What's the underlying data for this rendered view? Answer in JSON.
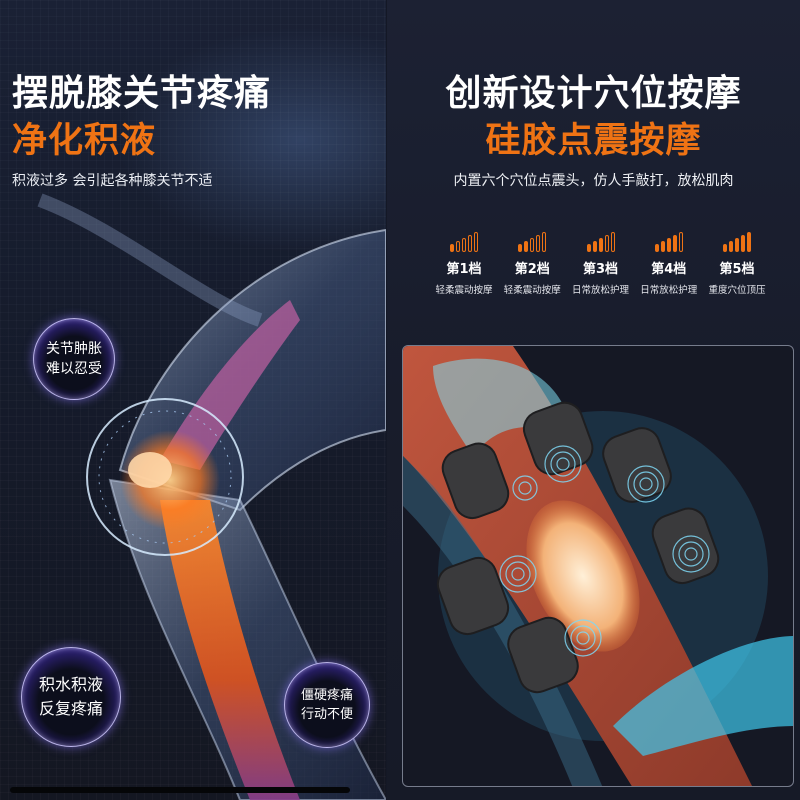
{
  "left_panel": {
    "title_line1": "摆脱膝关节疼痛",
    "title_line2": "净化积液",
    "subtitle": "积液过多 会引起各种膝关节不适",
    "bubbles": [
      {
        "line1": "关节肿胀",
        "line2": "难以忍受"
      },
      {
        "line1": "积水积液",
        "line2": "反复疼痛"
      },
      {
        "line1": "僵硬疼痛",
        "line2": "行动不便"
      }
    ],
    "illustration": "knee-joint-xray-illustration"
  },
  "right_panel": {
    "title_line1": "创新设计穴位按摩",
    "title_line2": "硅胶点震按摩",
    "subtitle": "内置六个穴位点震头，仿人手敲打，放松肌肉",
    "levels": [
      {
        "name": "第1档",
        "desc": "轻柔震动按摩",
        "active_bars": 1
      },
      {
        "name": "第2档",
        "desc": "轻柔震动按摩",
        "active_bars": 2
      },
      {
        "name": "第3档",
        "desc": "日常放松护理",
        "active_bars": 3
      },
      {
        "name": "第4档",
        "desc": "日常放松护理",
        "active_bars": 4
      },
      {
        "name": "第5档",
        "desc": "重度穴位顶压",
        "active_bars": 5
      }
    ],
    "illustration": "knee-massage-heads-illustration"
  },
  "colors": {
    "accent": "#ef7314",
    "background": "#181c2b",
    "bubble_glow": "#6b5ae0",
    "mesh_cyan": "#35c6e8"
  }
}
